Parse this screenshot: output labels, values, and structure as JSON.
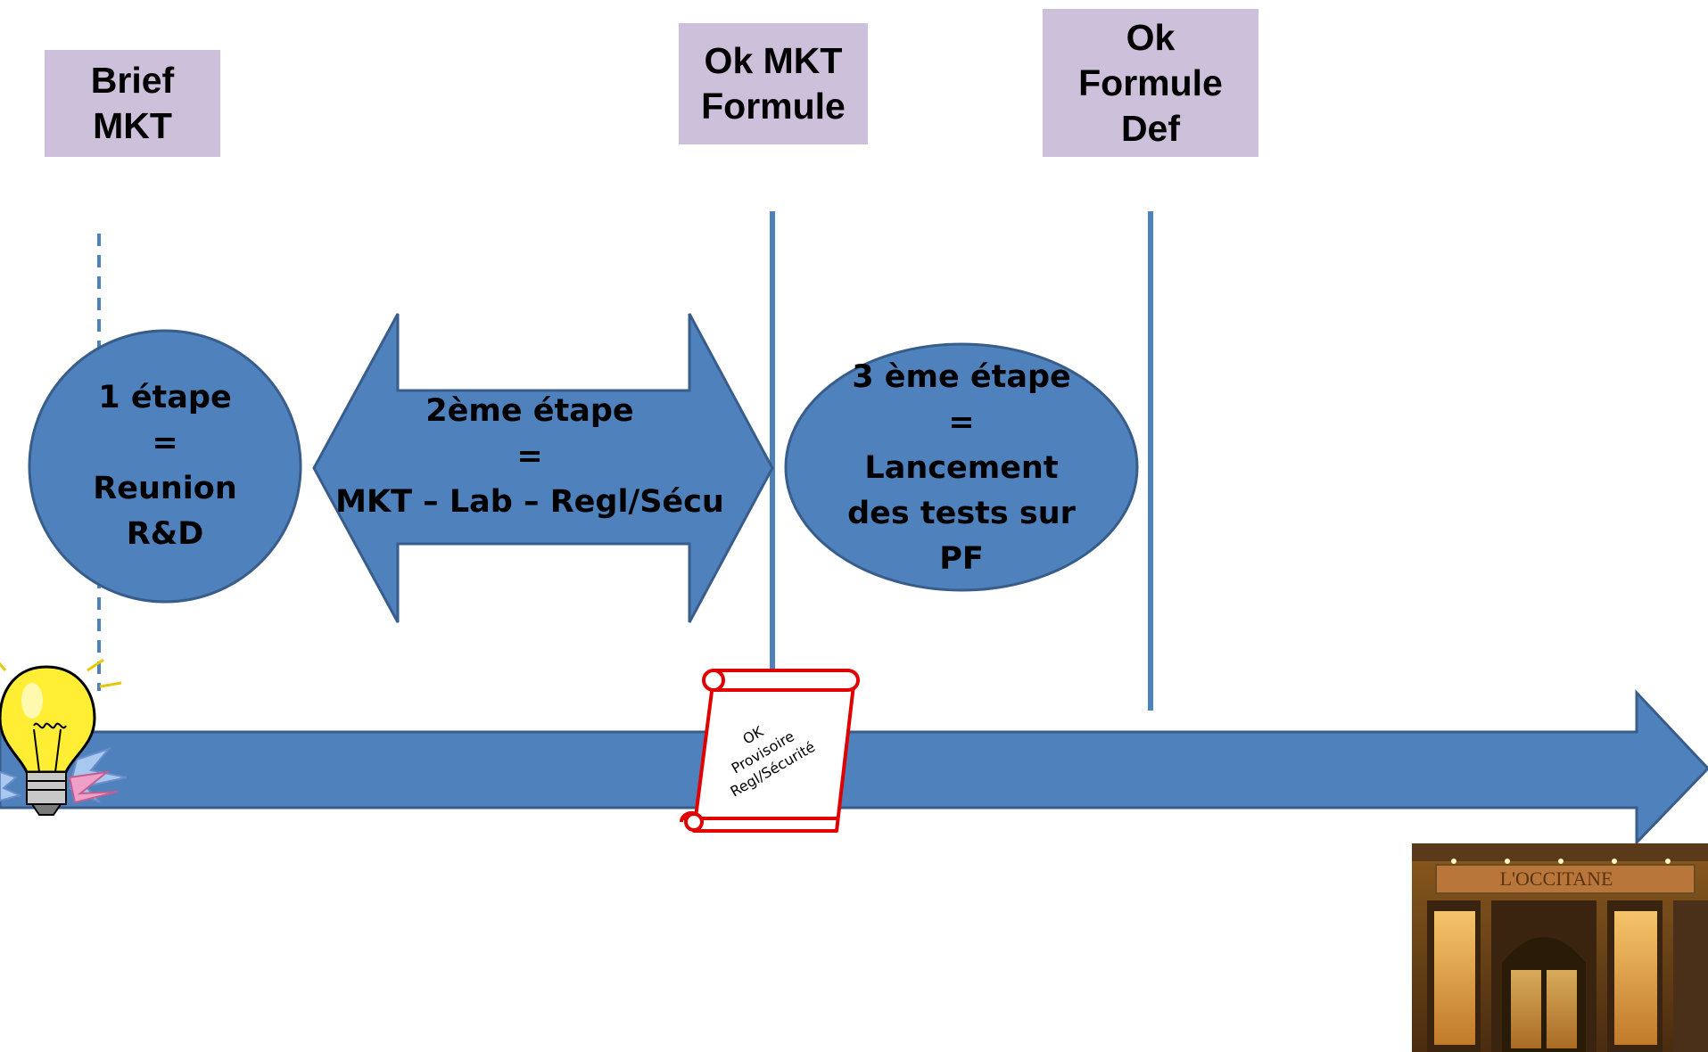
{
  "milestones": {
    "brief": "Brief\nMKT",
    "ok_mkt": "Ok MKT\nFormule",
    "ok_formule": "Ok\nFormule\nDef"
  },
  "steps": {
    "step1": "1 étape\n=\nReunion\nR&D",
    "step2": "2ème étape\n=\nMKT – Lab – Regl/Sécu",
    "step3": "3 ème étape\n=\nLancement\ndes tests sur\nPF"
  },
  "scroll": {
    "line1": "OK",
    "line2": "Provisoire",
    "line3": "Regl/Sécurité"
  },
  "storefront": {
    "sign": "L'OCCITANE"
  },
  "colors": {
    "shape_fill": "#4f81bd",
    "shape_stroke": "#385d8a",
    "milestone_fill": "#ccc0da",
    "scroll_red": "#e00000"
  },
  "icons": [
    "light-bulb-icon",
    "scroll-icon",
    "storefront-image"
  ]
}
